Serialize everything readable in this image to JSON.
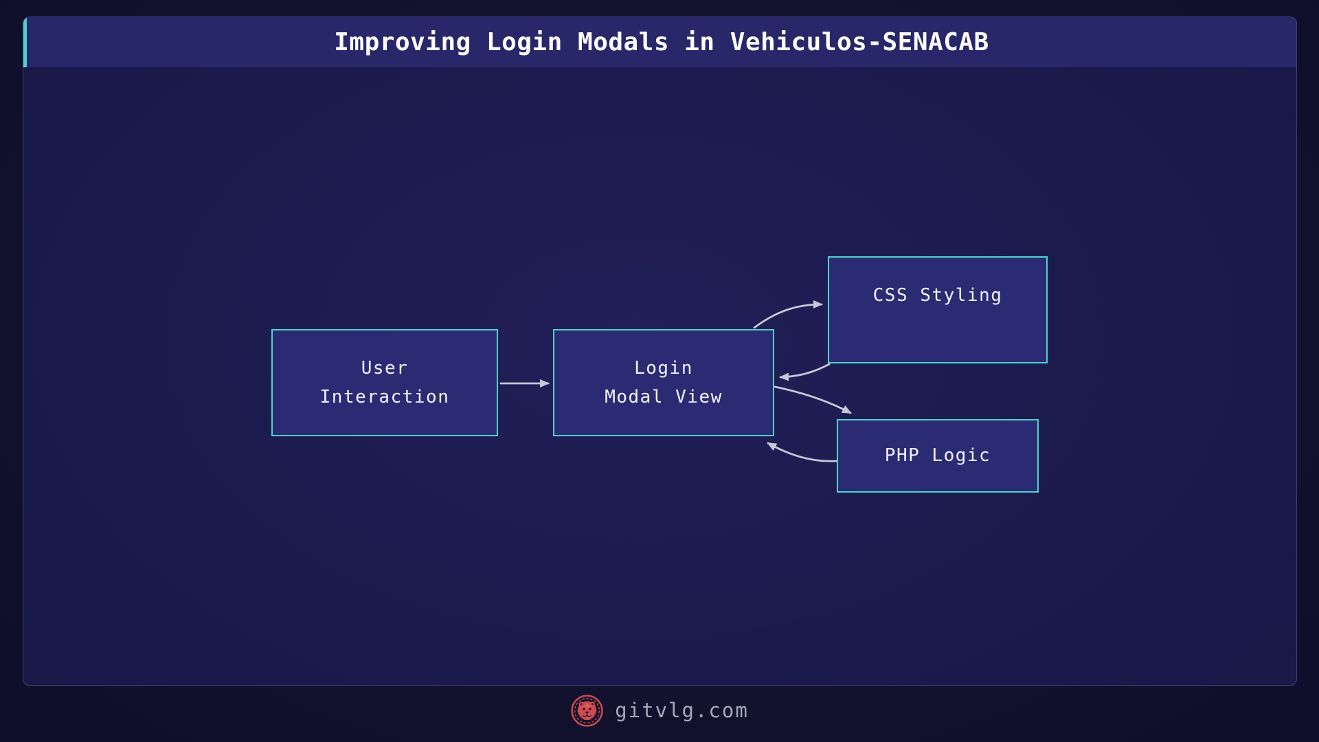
{
  "title": "Improving Login Modals in Vehiculos-SENACAB",
  "diagram": {
    "nodes": [
      {
        "id": "user-interaction",
        "label": "User\nInteraction"
      },
      {
        "id": "login-modal-view",
        "label": "Login\nModal View"
      },
      {
        "id": "css-styling",
        "label": "CSS Styling"
      },
      {
        "id": "php-logic",
        "label": "PHP Logic"
      }
    ],
    "edges": [
      {
        "from": "user-interaction",
        "to": "login-modal-view"
      },
      {
        "from": "login-modal-view",
        "to": "css-styling"
      },
      {
        "from": "css-styling",
        "to": "login-modal-view"
      },
      {
        "from": "login-modal-view",
        "to": "php-logic"
      },
      {
        "from": "php-logic",
        "to": "login-modal-view"
      }
    ]
  },
  "footer": {
    "brand": "gitvlg.com",
    "logo_icon": "lion-emblem-icon"
  },
  "colors": {
    "outer_background": "#100f2b",
    "panel_background": "#1b1a4c",
    "titlebar_background": "#272769",
    "accent_teal": "#4fd1cd",
    "node_fill": "#2b2b74",
    "node_border": "#4fd1cd",
    "node_text": "#f2f3fb",
    "edge_gray": "#c6c8d8",
    "footer_text": "#a6a8bb",
    "logo_red": "#cf4b4f"
  }
}
